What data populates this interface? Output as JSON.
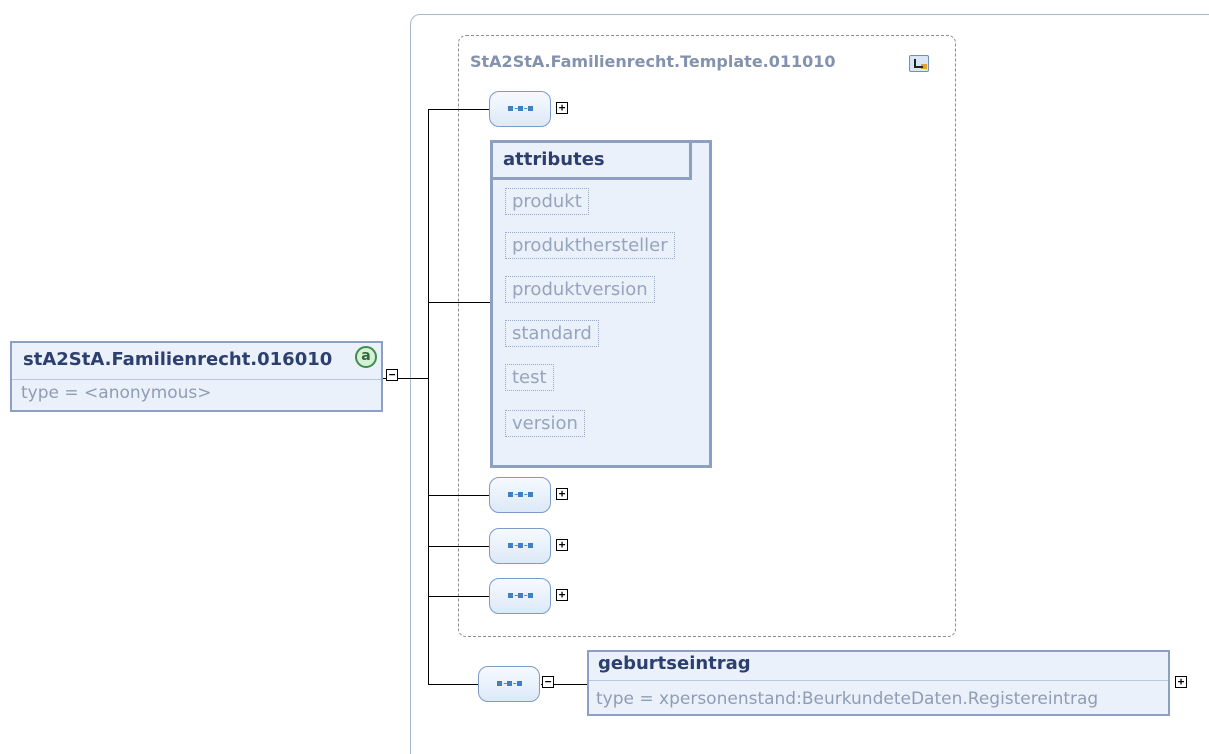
{
  "root": {
    "name": "stA2StA.Familienrecht.016010",
    "type": "type = <anonymous>",
    "annotation_icon": "a"
  },
  "group": {
    "title": "StA2StA.Familienrecht.Template.011010",
    "icon": "group-ref-icon"
  },
  "attributes": {
    "title": "attributes",
    "items": [
      "produkt",
      "produkthersteller",
      "produktversion",
      "standard",
      "test",
      "version"
    ]
  },
  "element": {
    "name": "geburtseintrag",
    "type": "type = xpersonenstand:BeurkundeteDaten.Registereintrag"
  },
  "expanders": {
    "plus": "+",
    "minus": "−"
  }
}
